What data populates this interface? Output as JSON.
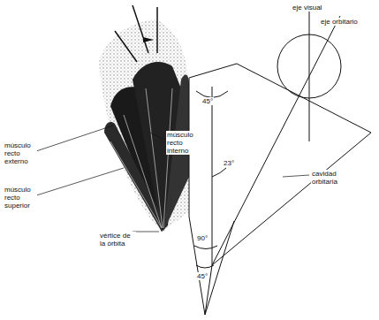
{
  "diagram": {
    "labels": [
      "eje visual",
      "eje orbitario",
      "45°",
      "músculo recto externo",
      "músculo recto interno",
      "músculo recto superior",
      "vértice de la órbita",
      "23°",
      "cavidad orbitaria",
      "90°",
      "45°"
    ]
  }
}
